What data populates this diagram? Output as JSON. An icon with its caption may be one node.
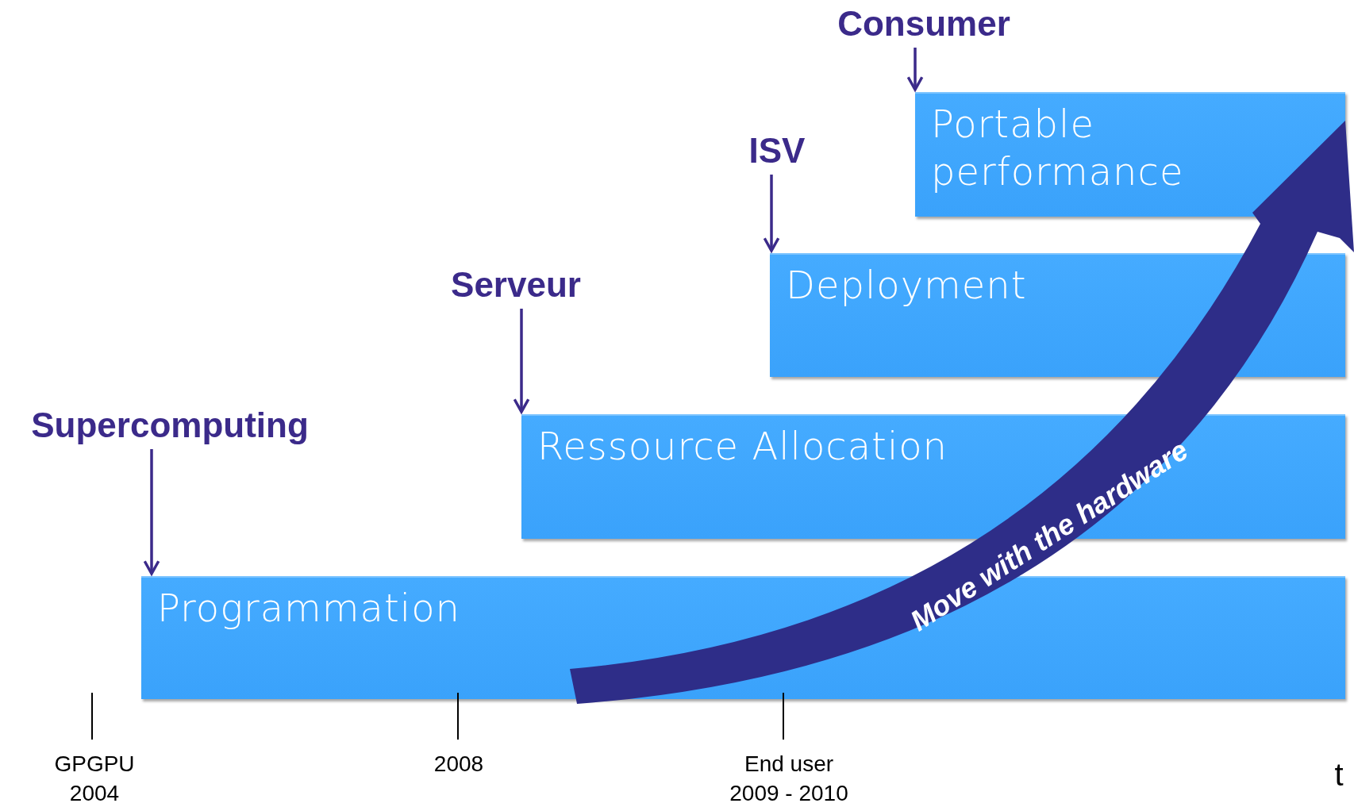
{
  "diagram": {
    "nodes": [
      {
        "text": [
          "Consumer"
        ]
      },
      {
        "text": [
          "Portable performance"
        ]
      },
      {
        "text": [
          "ISV"
        ]
      },
      {
        "text": [
          "Deployment"
        ]
      },
      {
        "text": [
          "Serveur"
        ]
      },
      {
        "text": [
          "Ressource Allocation"
        ]
      },
      {
        "text": [
          "Supercomputing"
        ]
      },
      {
        "text": [
          "Programmation"
        ]
      }
    ],
    "edges": [
      {
        "from": 0,
        "to": 1,
        "arrow": "to"
      },
      {
        "from": 2,
        "to": 3,
        "arrow": "to"
      },
      {
        "from": 4,
        "to": 5,
        "arrow": "to"
      },
      {
        "from": 6,
        "to": 7,
        "arrow": "to"
      }
    ],
    "labels": [
      "Move with the hardware",
      "GPGPU",
      "2004",
      "2008",
      "End user",
      "2009 - 2010",
      "t"
    ]
  }
}
